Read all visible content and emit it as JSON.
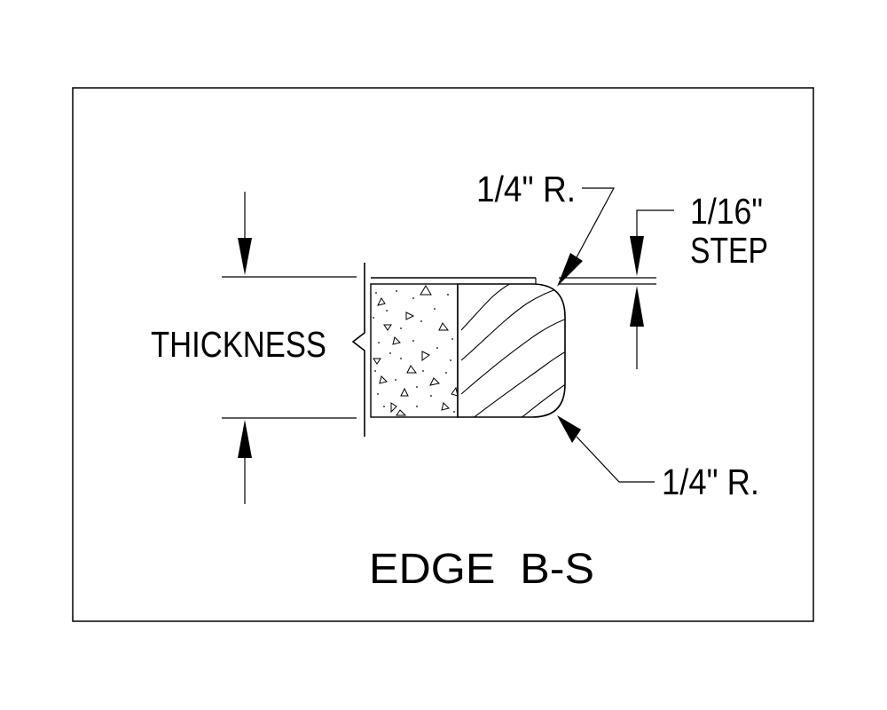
{
  "labels": {
    "thickness": "THICKNESS",
    "top_radius": "1/4\" R.",
    "step_line1": "1/16\"",
    "step_line2": "STEP",
    "bottom_radius": "1/4\" R.",
    "title": "EDGE  B-S"
  },
  "colors": {
    "ink": "#000000",
    "background": "#ffffff"
  }
}
